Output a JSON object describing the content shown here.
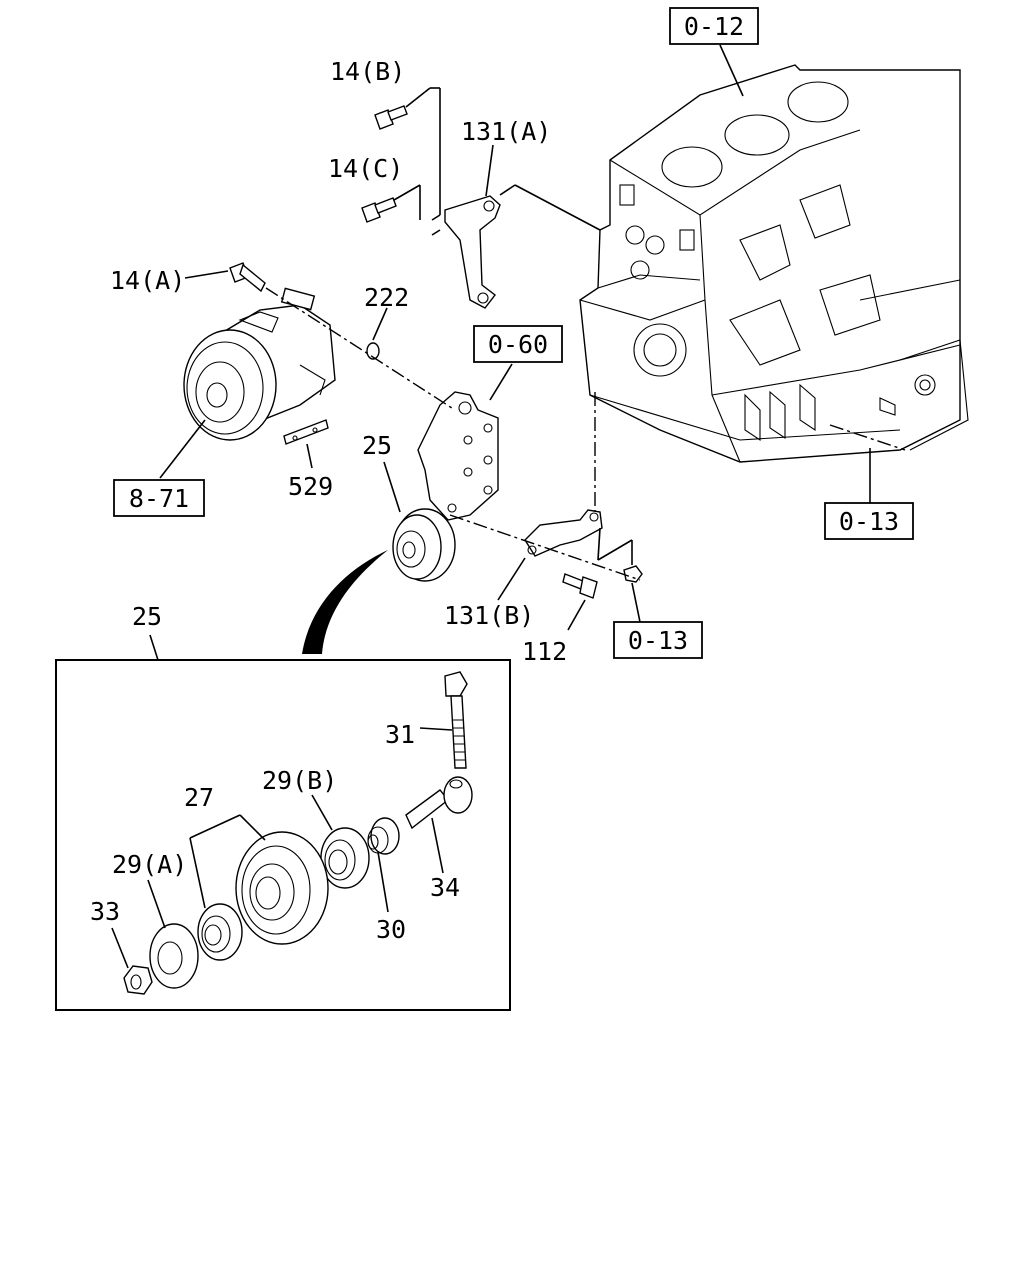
{
  "refs": {
    "r_0_12": "0-12",
    "r_0_60": "0-60",
    "r_0_13_right": "0-13",
    "r_0_13_bottom": "0-13",
    "r_8_71": "8-71"
  },
  "callouts": {
    "c_14b": "14(B)",
    "c_14c": "14(C)",
    "c_14a": "14(A)",
    "c_131a": "131(A)",
    "c_222": "222",
    "c_25_top": "25",
    "c_529": "529",
    "c_131b": "131(B)",
    "c_112": "112",
    "c_25_detail": "25",
    "c_31": "31",
    "c_29b": "29(B)",
    "c_27": "27",
    "c_29a": "29(A)",
    "c_33": "33",
    "c_34": "34",
    "c_30": "30"
  }
}
